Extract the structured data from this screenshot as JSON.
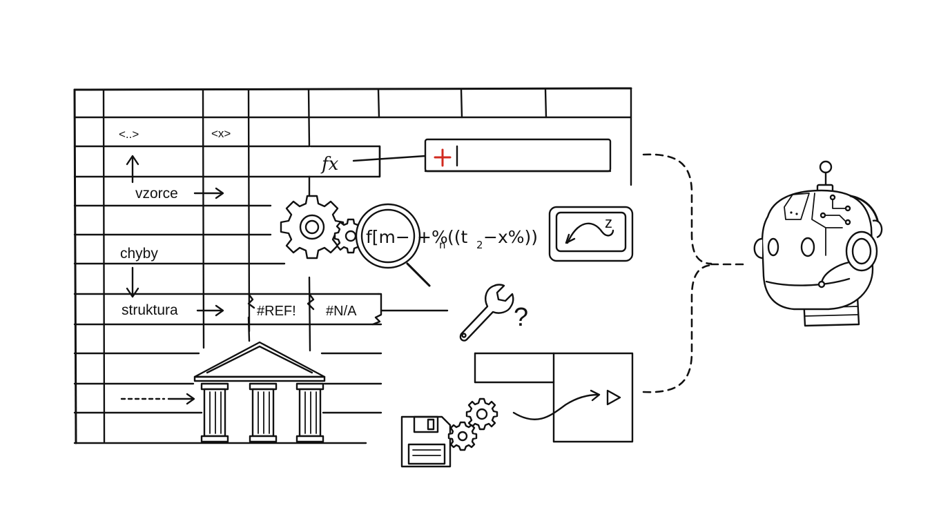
{
  "labels": {
    "tag_generic": "<..>",
    "tag_x": "<x>",
    "vzorce": "vzorce",
    "chyby": "chyby",
    "struktura": "struktura"
  },
  "formula_bar": {
    "fx": "fx"
  },
  "formula": {
    "main": "f[m−",
    "part": "+%",
    "sub_n": "n",
    "paren": "((t",
    "sub_2": "2",
    "tail": "−x%))"
  },
  "errors": {
    "ref": "#REF!",
    "na": "#N/A"
  },
  "key": {
    "letter": "z"
  },
  "misc": {
    "question_mark": "?"
  },
  "colors": {
    "ink": "#111111",
    "accent_red": "#d12a1f",
    "background": "#ffffff"
  },
  "icons": [
    "gear-icon",
    "magnifier-icon",
    "wrench-icon",
    "floppy-disk-icon",
    "building-icon",
    "robot-head-icon",
    "headphones-icon",
    "plus-icon",
    "play-icon"
  ]
}
